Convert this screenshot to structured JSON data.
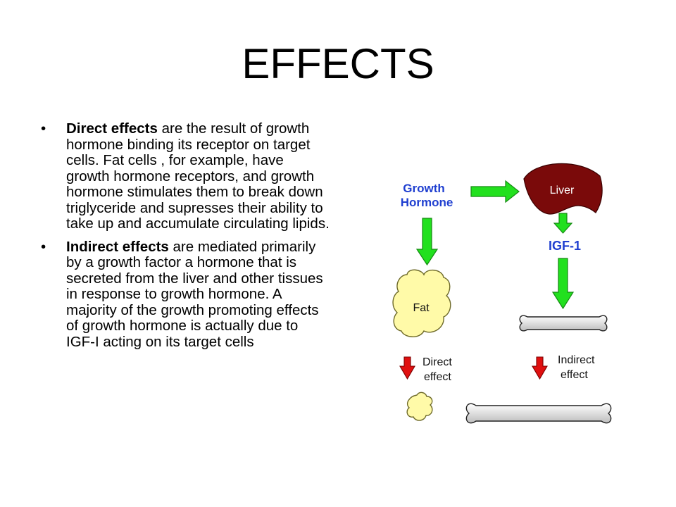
{
  "slide": {
    "title": "EFFECTS"
  },
  "bullets": [
    {
      "marker": "•",
      "term": "Direct effects",
      "text": " are the result of growth hormone binding its receptor on target cells. Fat cells , for example, have growth hormone receptors, and growth hormone stimulates them to break down triglyceride and supresses their ability to take up and accumulate circulating lipids."
    },
    {
      "marker": "•",
      "term": "Indirect effects",
      "text": " are mediated primarily by a growth factor a hormone that is secreted from the liver and other tissues in response to growth hormone. A majority of the growth promoting effects of growth hormone is actually due to IGF-I acting on its target cells"
    }
  ],
  "diagram": {
    "growth_hormone": [
      "Growth",
      "Hormone"
    ],
    "liver": "Liver",
    "igf": "IGF-1",
    "fat": "Fat",
    "direct_effect": [
      "Direct",
      "effect"
    ],
    "indirect_effect": [
      "Indirect",
      "effect"
    ],
    "colors": {
      "blue_text": "#1f3fd0",
      "green_arrow": "#22e01e",
      "red_arrow": "#e01010",
      "liver_fill": "#7a0a0a",
      "fat_fill": "#fffaa8",
      "bone_fill": "#eeeeee"
    }
  }
}
